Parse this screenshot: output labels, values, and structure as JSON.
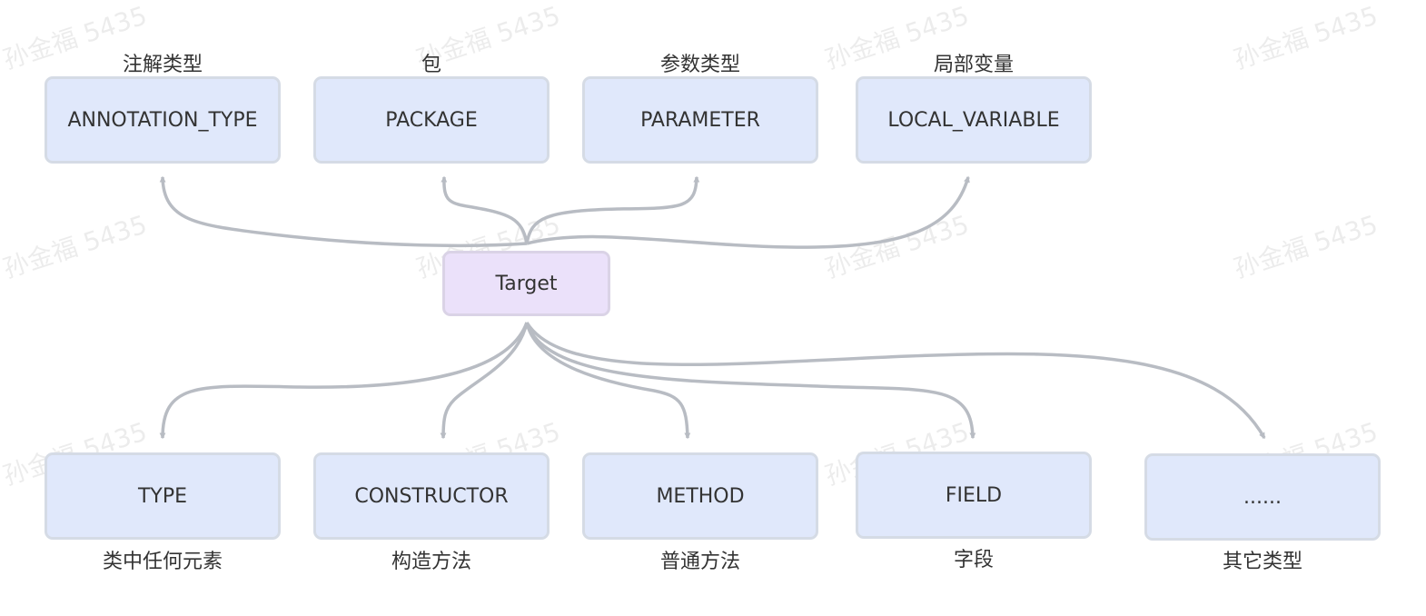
{
  "watermark": "孙金福 5435",
  "center": {
    "label": "Target"
  },
  "top_nodes": [
    {
      "id": "annotation-type",
      "label": "ANNOTATION_TYPE",
      "caption": "注解类型"
    },
    {
      "id": "package",
      "label": "PACKAGE",
      "caption": "包"
    },
    {
      "id": "parameter",
      "label": "PARAMETER",
      "caption": "参数类型"
    },
    {
      "id": "local-variable",
      "label": "LOCAL_VARIABLE",
      "caption": "局部变量"
    }
  ],
  "bottom_nodes": [
    {
      "id": "type",
      "label": "TYPE",
      "caption": "类中任何元素"
    },
    {
      "id": "constructor",
      "label": "CONSTRUCTOR",
      "caption": "构造方法"
    },
    {
      "id": "method",
      "label": "METHOD",
      "caption": "普通方法"
    },
    {
      "id": "field",
      "label": "FIELD",
      "caption": "字段"
    },
    {
      "id": "other",
      "label": "......",
      "caption": "其它类型"
    }
  ],
  "colors": {
    "node_fill": "#e0e8fb",
    "node_border": "#d5dbe5",
    "center_fill": "#ebe1fa",
    "edge": "#b8bcc3"
  }
}
